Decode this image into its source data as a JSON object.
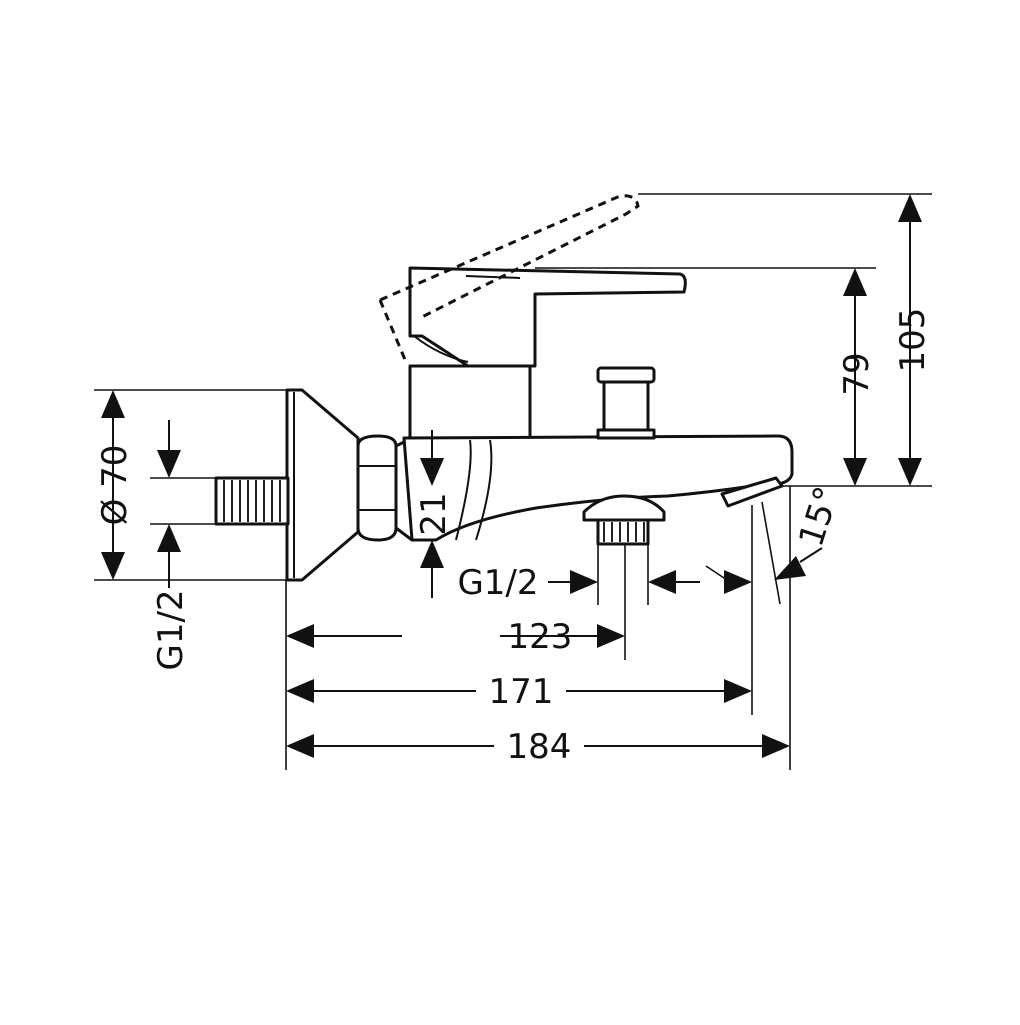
{
  "dimensions": {
    "width_123": "123",
    "width_171": "171",
    "width_184": "184",
    "height_79": "79",
    "height_105": "105",
    "diameter_70": "Ø 70",
    "thread_outlet": "G1/2",
    "thread_inlet": "G1/2",
    "offset_21": "21",
    "angle_15": "15°"
  },
  "colors": {
    "line": "#111111",
    "background": "#ffffff"
  }
}
